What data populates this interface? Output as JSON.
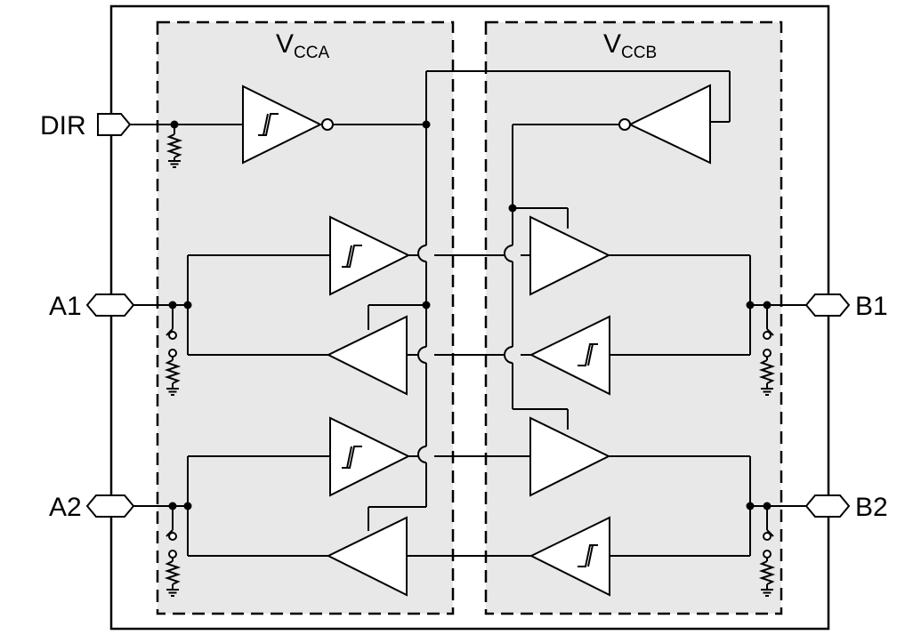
{
  "domains": {
    "a": {
      "main": "V",
      "sub": "CCA"
    },
    "b": {
      "main": "V",
      "sub": "CCB"
    }
  },
  "pins": {
    "dir": "DIR",
    "a1": "A1",
    "a2": "A2",
    "b1": "B1",
    "b2": "B2"
  },
  "colors": {
    "domain_fill": "#e8e8e8",
    "line": "#000000",
    "background": "#ffffff"
  }
}
